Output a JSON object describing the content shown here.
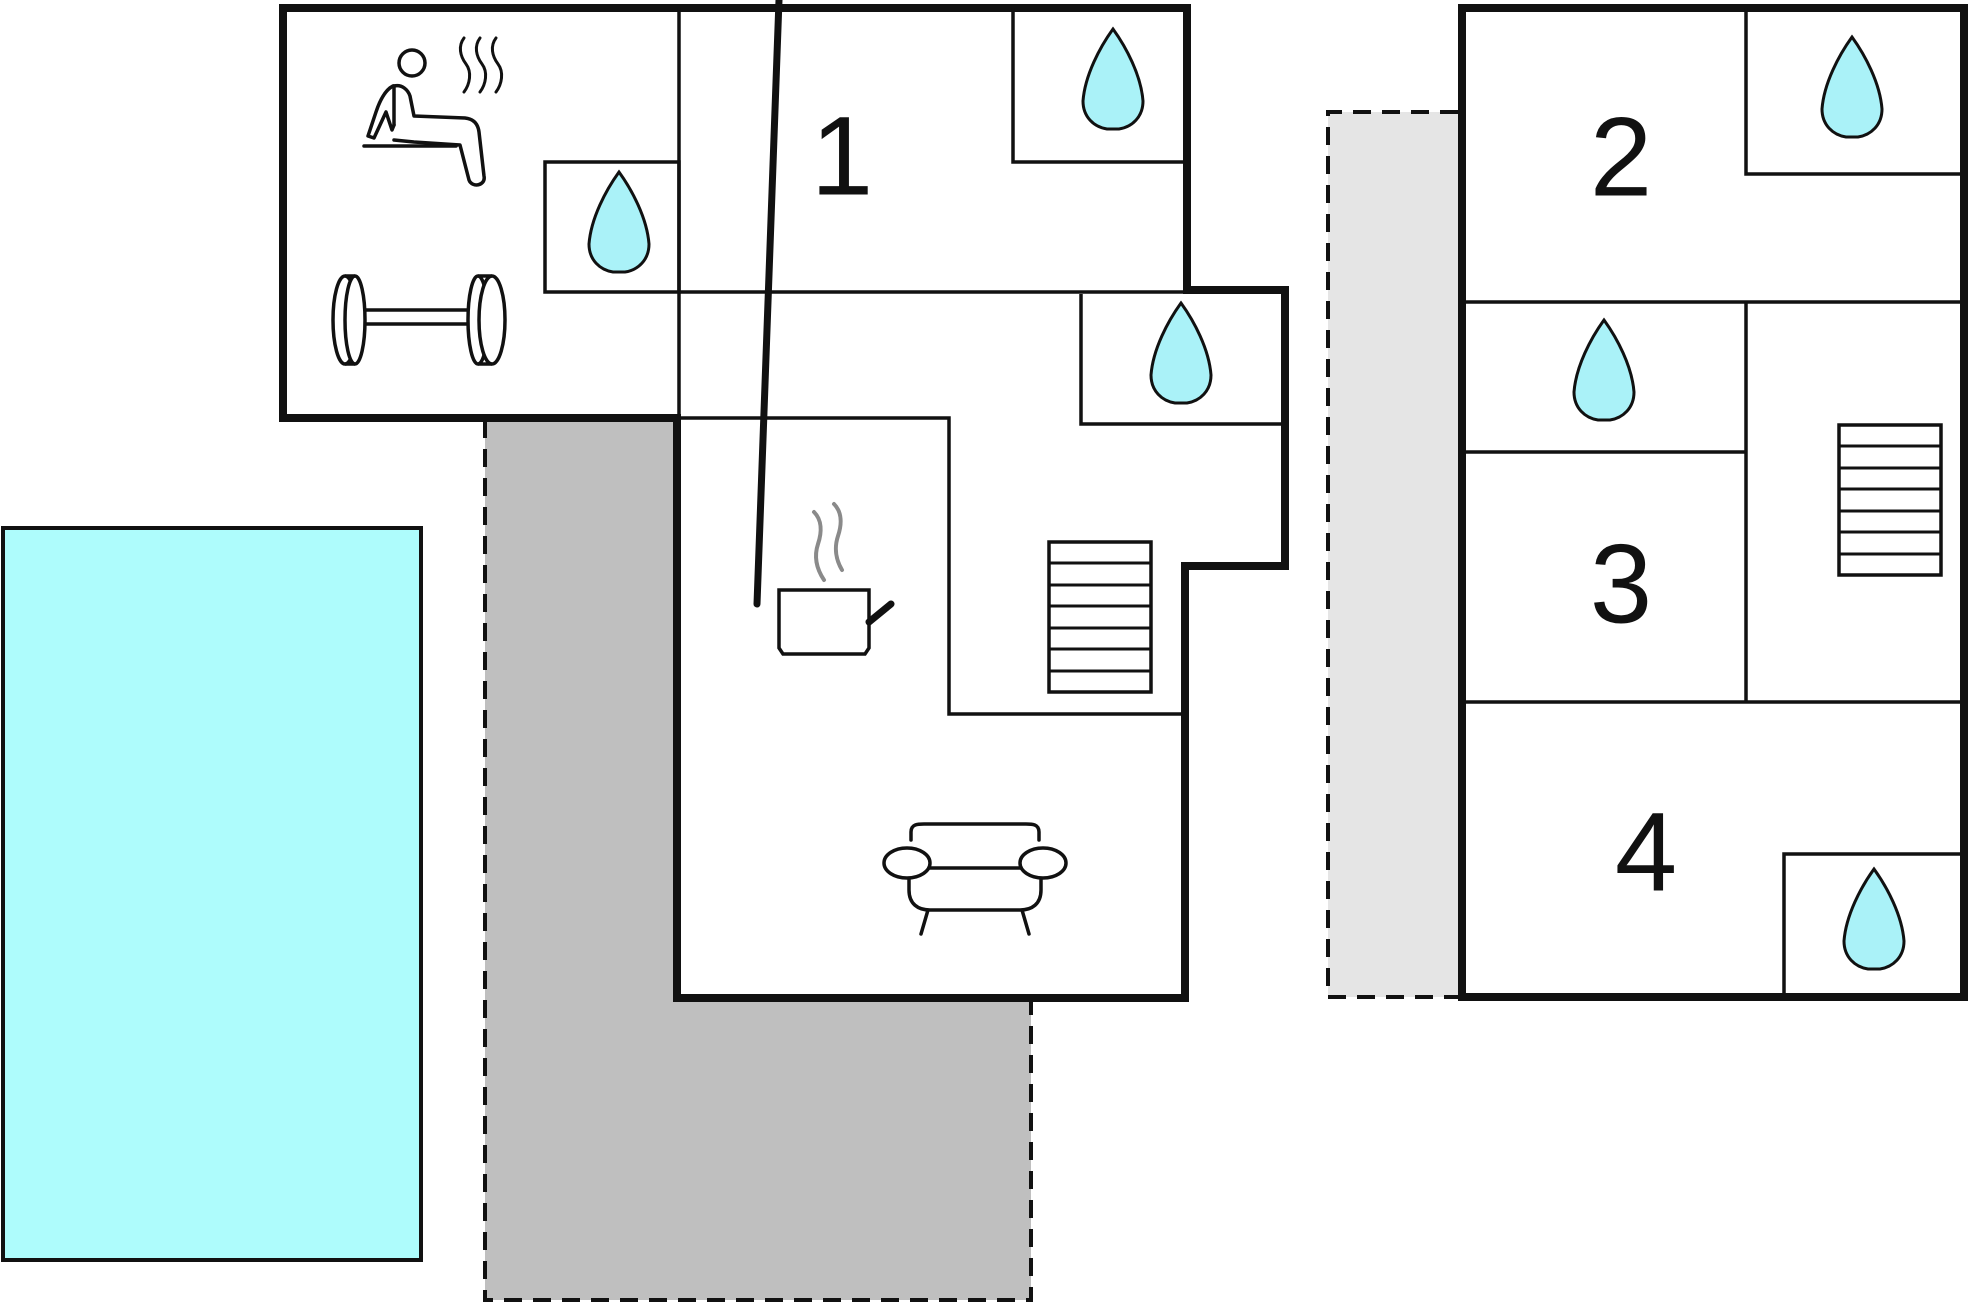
{
  "colors": {
    "wall": "#111111",
    "pool": "#aefcfc",
    "terrace": "#bfbfbf",
    "balcony": "#e5e5e5",
    "water_drop": "#aaf2f8",
    "steam": "#8a8a8a"
  },
  "ground_floor": {
    "rooms": [
      {
        "name": "bedroom",
        "number": "1"
      },
      {
        "name": "sauna-gym",
        "icons": [
          "sauna-icon",
          "dumbbell-icon"
        ]
      },
      {
        "name": "kitchen",
        "icons": [
          "cooking-pot-icon"
        ]
      },
      {
        "name": "living-room",
        "icons": [
          "sofa-icon"
        ]
      }
    ],
    "bathrooms": 3,
    "staircase": true,
    "terrace": true,
    "pool": true
  },
  "upper_floor": {
    "rooms": [
      {
        "name": "bedroom",
        "number": "2"
      },
      {
        "name": "bedroom",
        "number": "3"
      },
      {
        "name": "bedroom",
        "number": "4"
      }
    ],
    "bathrooms": 3,
    "staircase": true,
    "balcony": true
  }
}
